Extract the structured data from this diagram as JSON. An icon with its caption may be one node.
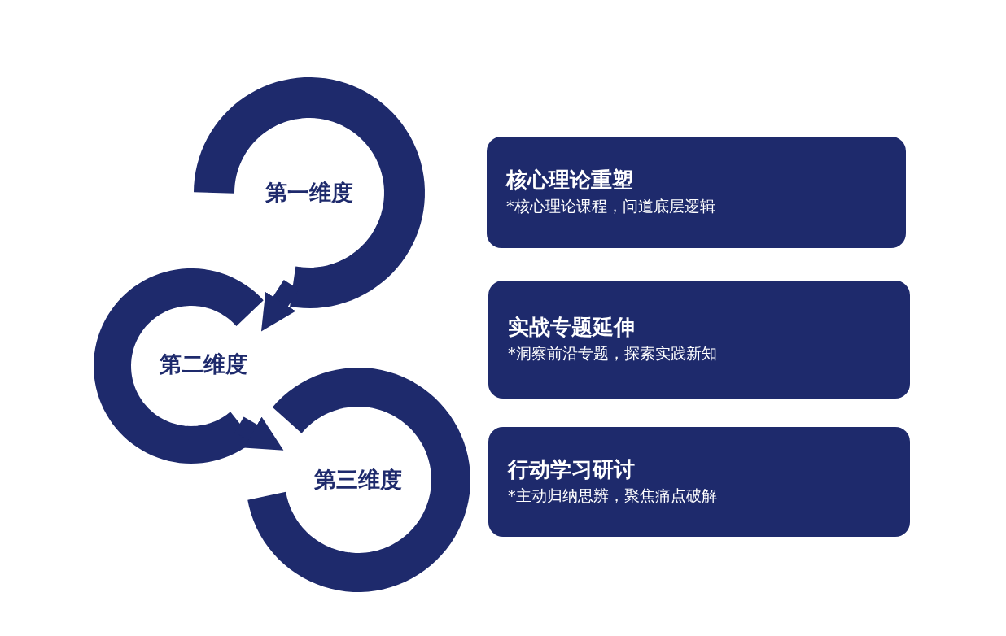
{
  "diagram": {
    "nodes": [
      {
        "text": [
          "第一维度"
        ]
      },
      {
        "text": [
          "第二维度"
        ]
      },
      {
        "text": [
          "第三维度"
        ]
      },
      {
        "text": [
          "核心理论重塑",
          "*核心理论课程，问道底层逻辑"
        ]
      },
      {
        "text": [
          "实战专题延伸",
          "*洞察前沿专题，探索实践新知"
        ]
      },
      {
        "text": [
          "行动学习研讨",
          "*主动归纳思辨，聚焦痛点破解"
        ]
      }
    ],
    "edges": [
      {
        "from": 0,
        "to": 1,
        "arrow": "to"
      },
      {
        "from": 1,
        "to": 2,
        "arrow": "to"
      }
    ]
  }
}
